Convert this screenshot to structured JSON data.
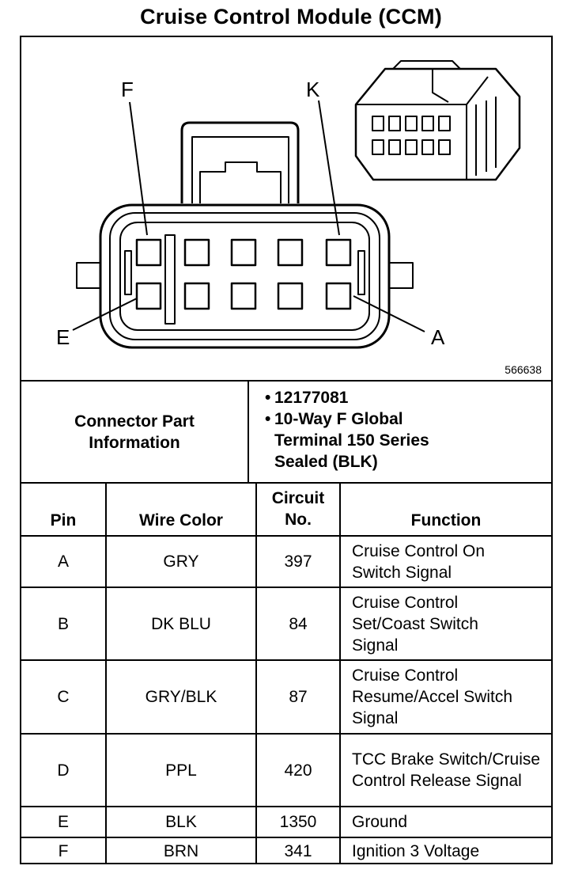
{
  "title": "Cruise Control Module (CCM)",
  "figure": {
    "code": "566638",
    "pin_labels": {
      "f": "F",
      "k": "K",
      "e": "E",
      "a": "A"
    }
  },
  "connector_info": {
    "label": "Connector Part Information",
    "items": [
      "12177081",
      "10-Way F Global Terminal 150 Series Sealed (BLK)"
    ]
  },
  "table": {
    "headers": {
      "pin": "Pin",
      "wire_color": "Wire Color",
      "circuit": "Circuit No.",
      "function": "Function"
    },
    "rows": [
      {
        "pin": "A",
        "wire_color": "GRY",
        "circuit": "397",
        "function": "Cruise Control On Switch Signal"
      },
      {
        "pin": "B",
        "wire_color": "DK BLU",
        "circuit": "84",
        "function": "Cruise Control Set/Coast Switch Signal"
      },
      {
        "pin": "C",
        "wire_color": "GRY/BLK",
        "circuit": "87",
        "function": "Cruise Control Resume/Accel Switch Signal"
      },
      {
        "pin": "D",
        "wire_color": "PPL",
        "circuit": "420",
        "function": "TCC Brake Switch/Cruise Control Release Signal"
      },
      {
        "pin": "E",
        "wire_color": "BLK",
        "circuit": "1350",
        "function": "Ground"
      },
      {
        "pin": "F",
        "wire_color": "BRN",
        "circuit": "341",
        "function": "Ignition 3 Voltage"
      }
    ]
  }
}
